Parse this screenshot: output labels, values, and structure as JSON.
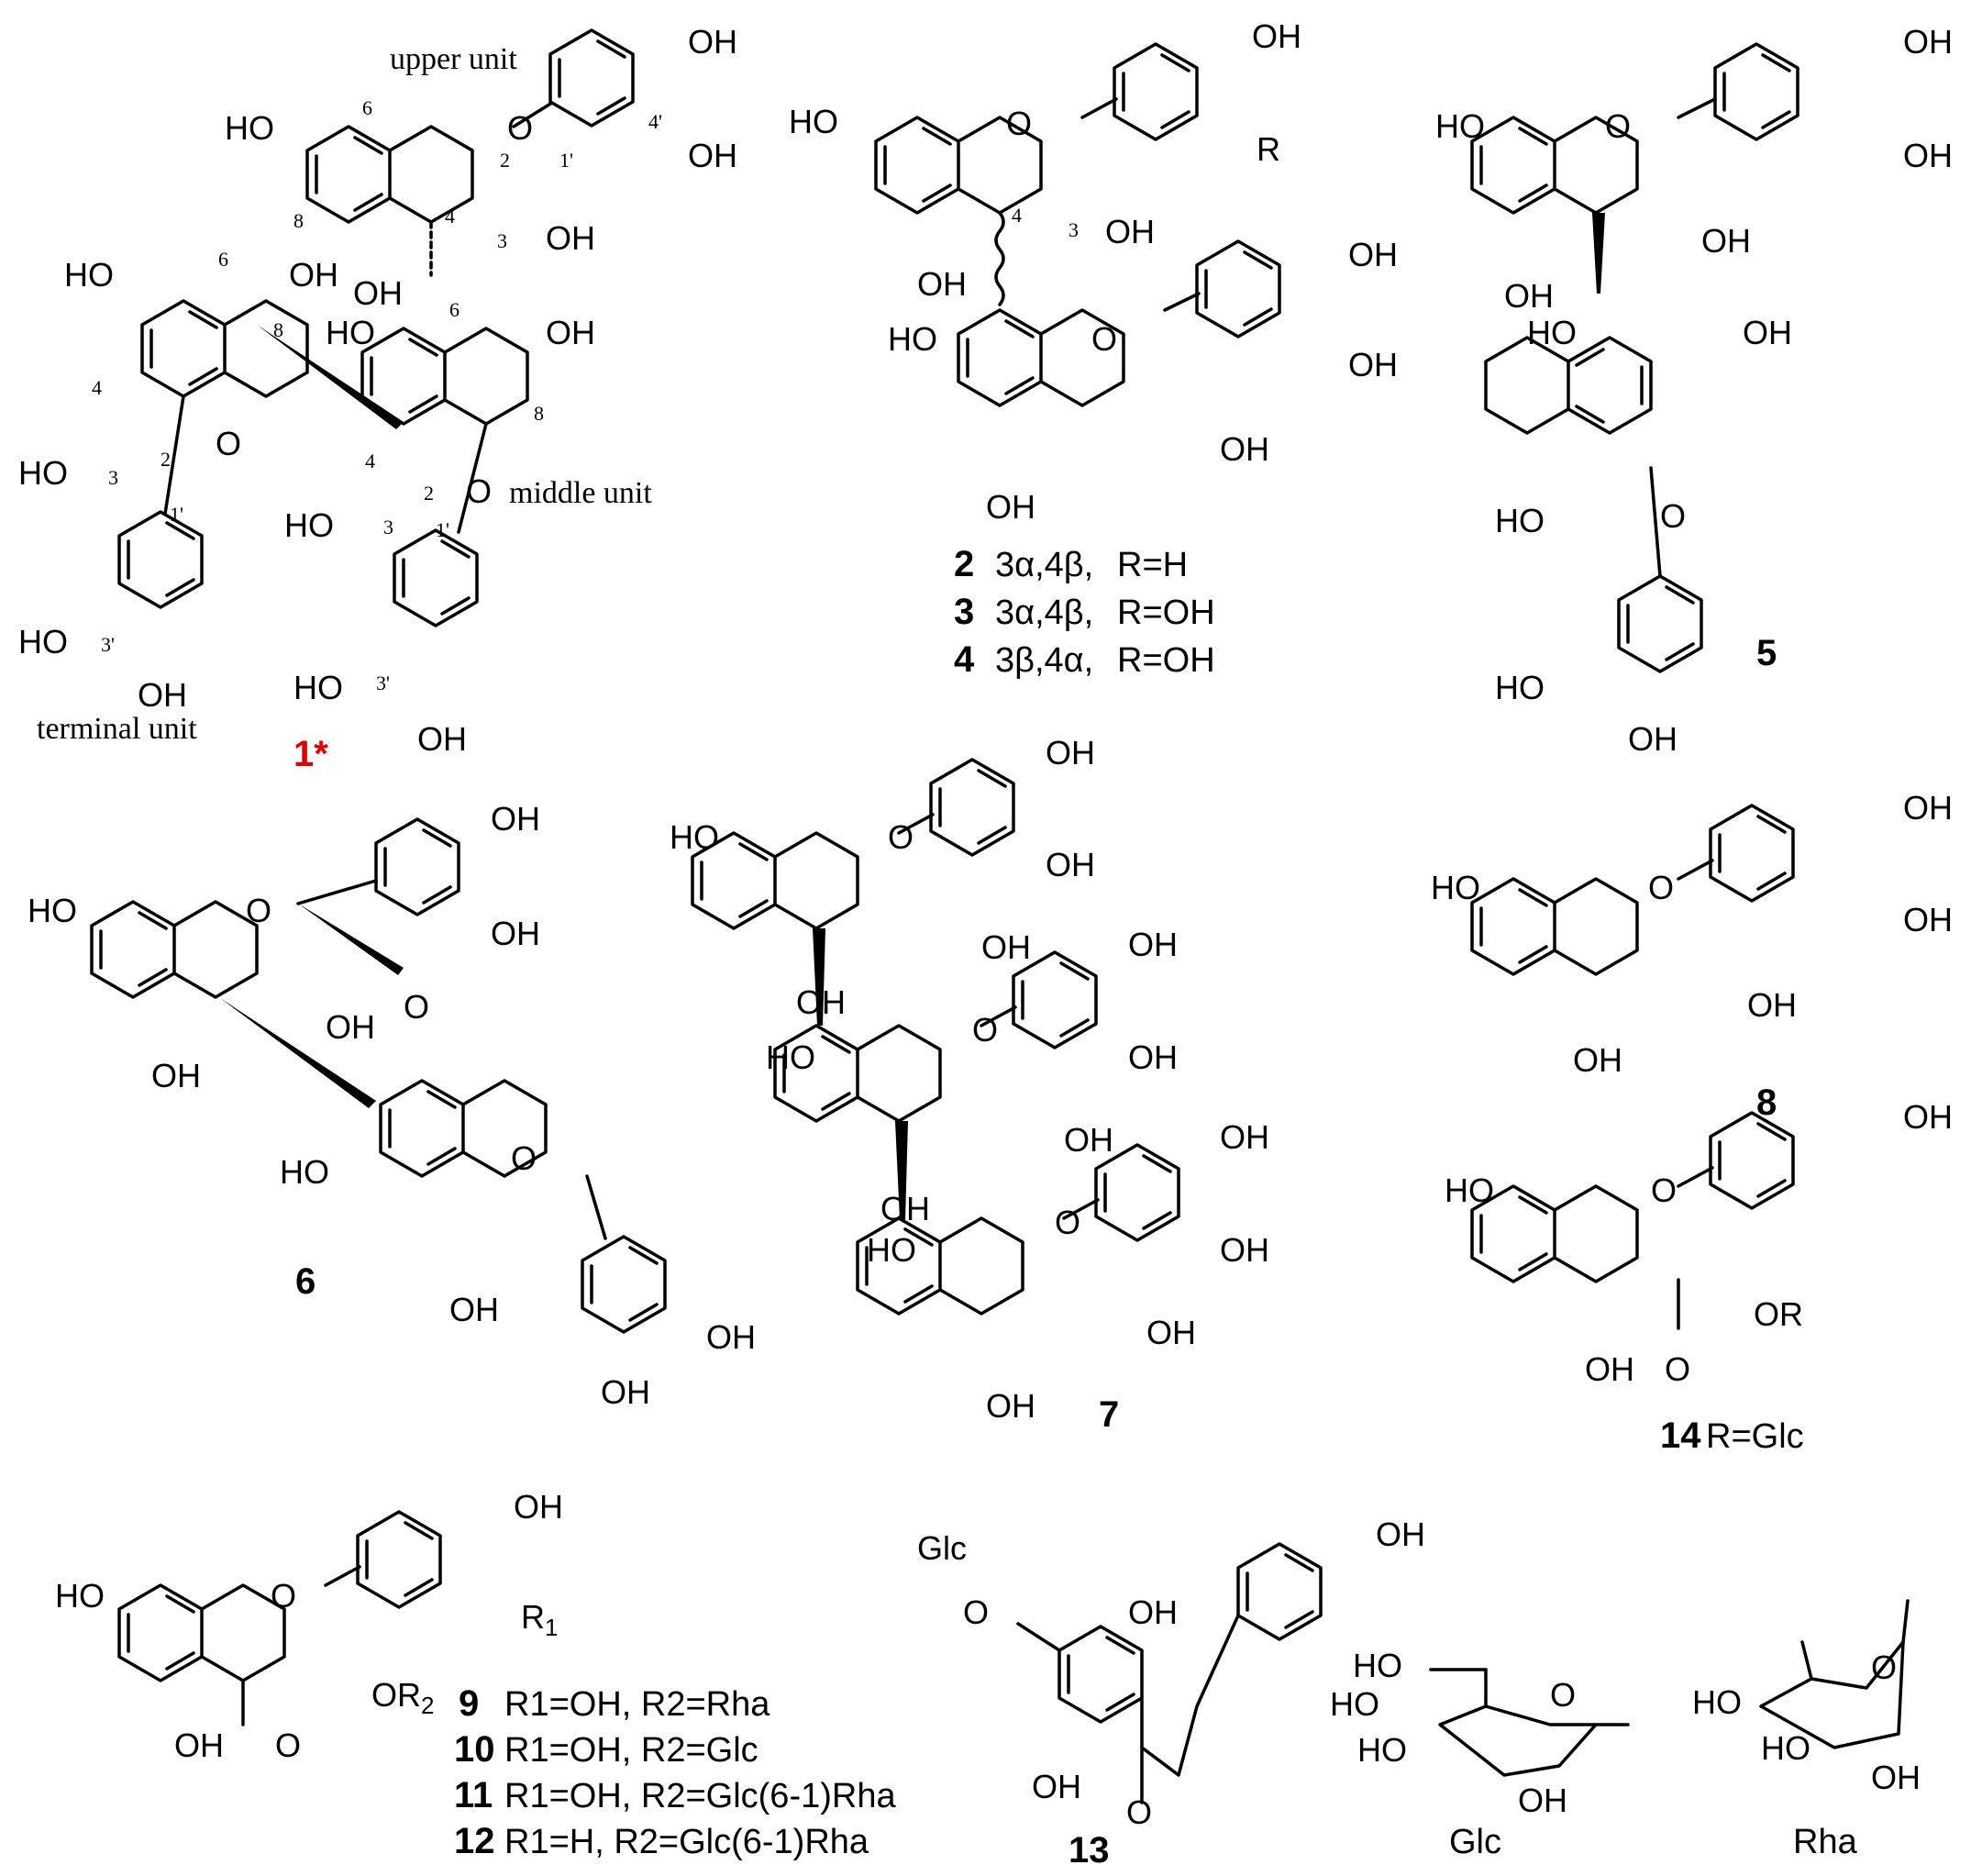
{
  "unit_labels": {
    "upper": "upper unit",
    "middle": "middle unit",
    "terminal": "terminal unit"
  },
  "substituents": {
    "oh": "OH",
    "ho": "HO",
    "o": "O",
    "r": "R",
    "or": "OR",
    "glc": "Glc",
    "rha": "Rha"
  },
  "locants": {
    "c2": "2",
    "c3": "3",
    "c4": "4",
    "c6": "6",
    "c8": "8",
    "c1p": "1'",
    "c3p": "3'",
    "c4p": "4'"
  },
  "compounds": [
    {
      "id": "1",
      "mark": "1*"
    },
    {
      "id": "2",
      "stereo": "3α,4β,",
      "sub": "R=H"
    },
    {
      "id": "3",
      "stereo": "3α,4β,",
      "sub": "R=OH"
    },
    {
      "id": "4",
      "stereo": "3β,4α,",
      "sub": "R=OH"
    },
    {
      "id": "5"
    },
    {
      "id": "6"
    },
    {
      "id": "7"
    },
    {
      "id": "8"
    },
    {
      "id": "9",
      "sub": "R1=OH, R2=Rha"
    },
    {
      "id": "10",
      "sub": "R1=OH, R2=Glc"
    },
    {
      "id": "11",
      "sub": "R1=OH, R2=Glc(6-1)Rha"
    },
    {
      "id": "12",
      "sub": "R1=H, R2=Glc(6-1)Rha"
    },
    {
      "id": "13"
    },
    {
      "id": "14",
      "sub": "R=Glc"
    }
  ],
  "sugar_captions": {
    "glc": "Glc",
    "rha": "Rha"
  }
}
